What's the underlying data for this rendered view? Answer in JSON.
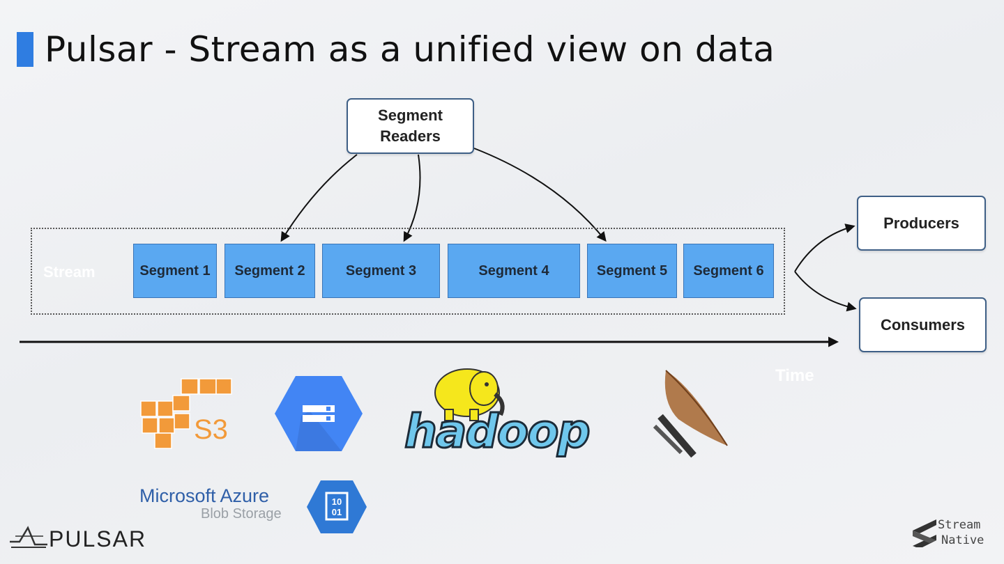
{
  "slide": {
    "title": "Pulsar - Stream as a unified view on data",
    "accent_color": "#2f7de1"
  },
  "diagram": {
    "readers_label_line1": "Segment",
    "readers_label_line2": "Readers",
    "stream_label": "Stream",
    "segments": [
      "Segment 1",
      "Segment 2",
      "Segment 3",
      "Segment 4",
      "Segment 5",
      "Segment 6"
    ],
    "producers_label": "Producers",
    "consumers_label": "Consumers",
    "time_label": "Time",
    "segment_color": "#5aa8f1"
  },
  "storage": {
    "s3_label": "S3",
    "hadoop_label": "hadoop",
    "azure_label": "Microsoft Azure",
    "azure_sub_label": "Blob Storage",
    "azure_icon_text_top": "10",
    "azure_icon_text_bottom": "01",
    "icons": [
      "aws-s3-icon",
      "google-cloud-storage-icon",
      "hadoop-logo",
      "apache-feather-logo",
      "azure-blob-storage-icon"
    ]
  },
  "footer": {
    "pulsar_logo_text": "PULSAR",
    "streamnative_line1": "Stream",
    "streamnative_line2": "Native"
  }
}
